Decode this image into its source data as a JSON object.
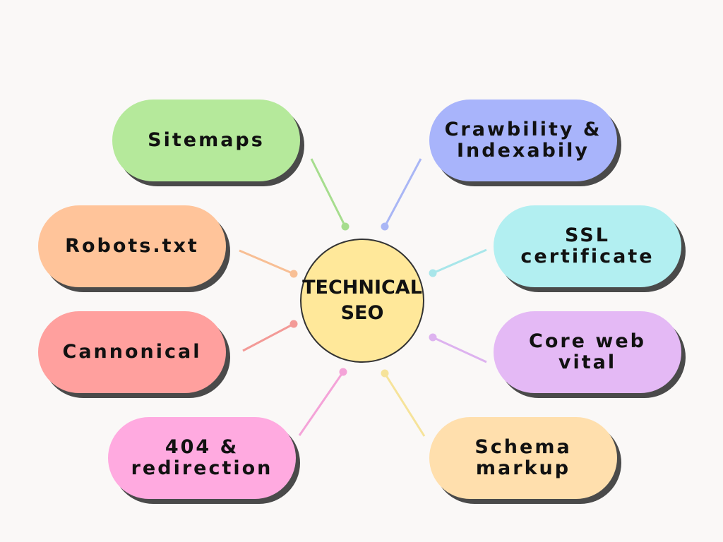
{
  "center": {
    "label": "TECHNICAL\nSEO",
    "color": "#ffe89a"
  },
  "nodes": [
    {
      "label": "Sitemaps",
      "color": "#b5e99b",
      "line_color": "#a6dd8e"
    },
    {
      "label": "Crawbility &\nIndexabily",
      "color": "#a8b4fb",
      "line_color": "#a9b6f5"
    },
    {
      "label": "Robots.txt",
      "color": "#ffc49a",
      "line_color": "#f8bf95"
    },
    {
      "label": "SSL\ncertificate",
      "color": "#b2eff1",
      "line_color": "#a8e6ea"
    },
    {
      "label": "Cannonical",
      "color": "#ffa09e",
      "line_color": "#f39a97"
    },
    {
      "label": "Core web\nvital",
      "color": "#e4b9f5",
      "line_color": "#ddb2ef"
    },
    {
      "label": "404 &\nredirection",
      "color": "#ffaae0",
      "line_color": "#f4a3d8"
    },
    {
      "label": "Schema\nmarkup",
      "color": "#ffdfad",
      "line_color": "#f6e39a"
    }
  ]
}
